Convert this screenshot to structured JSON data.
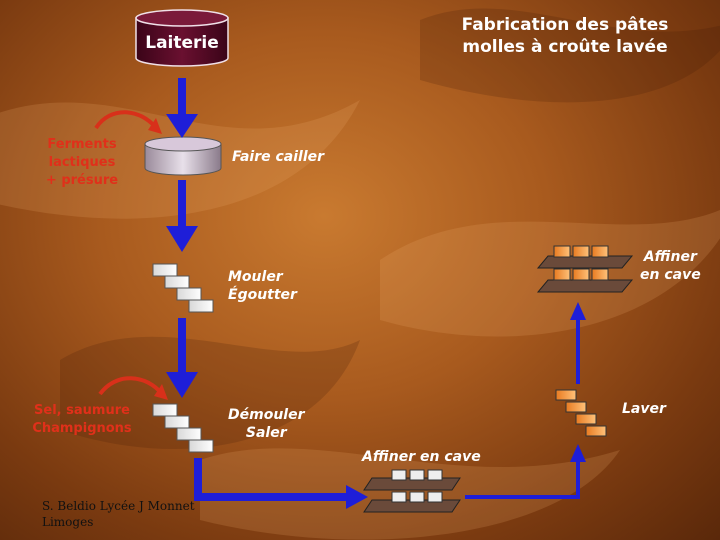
{
  "title": "Fabrication des pâtes\nmolles à croûte lavée",
  "source": {
    "label": "Laiterie"
  },
  "inputs": [
    {
      "label": "Ferments\nlactiques\n+ présure"
    },
    {
      "label": "Sel, saumure\nChampignons"
    }
  ],
  "steps": [
    {
      "label": "Faire cailler"
    },
    {
      "label": "Mouler\nÉgoutter"
    },
    {
      "label": "Démouler\nSaler"
    },
    {
      "label": "Affiner en cave"
    },
    {
      "label": "Laver"
    },
    {
      "label": "Affiner\nen cave"
    }
  ],
  "credit": "S. Beldio Lycée J Monnet\nLimoges",
  "colors": {
    "arrow": "#1e1ed8",
    "curved_arrow": "#d8301a",
    "input_text": "#e0301a",
    "tank": "#5a0a2a"
  }
}
